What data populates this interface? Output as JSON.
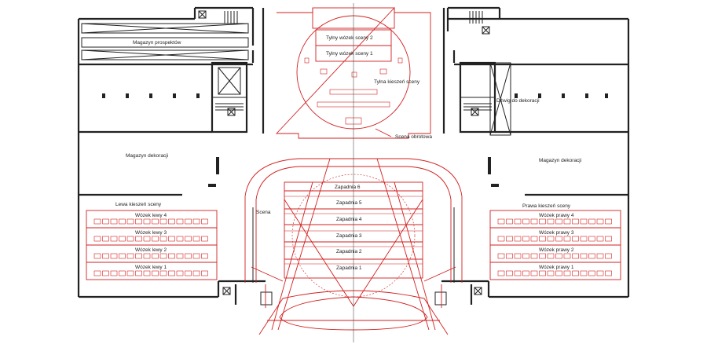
{
  "colors": {
    "walls": "#222222",
    "stage": "#d21f1f",
    "background": "#ffffff"
  },
  "labels": {
    "magazyn_prospektow": "Magazyn prospektów",
    "tylny_wozek_2": "Tylny wózek sceny 2",
    "tylny_wozek_1": "Tylny wózek sceny 1",
    "tylna_kieszen": "Tylna kieszeń sceny",
    "dzwig": "Dźwig do dekoracji",
    "scena_obrotowa": "Scena obrotowa",
    "magazyn_dekoracji_left": "Magazyn dekoracji",
    "magazyn_dekoracji_right": "Magazyn dekoracji",
    "lewa_kieszen": "Lewa kieszeń sceny",
    "prawa_kieszen": "Prawa kieszeń sceny",
    "scena": "Scena",
    "zapadnie": [
      "Zapadnia 6",
      "Zapadnia 5",
      "Zapadnia 4",
      "Zapadnia 3",
      "Zapadnia 2",
      "Zapadnia 1"
    ],
    "wozki_lewe": [
      "Wózek lewy 4",
      "Wózek lewy 3",
      "Wózek lewy 2",
      "Wózek lewy 1"
    ],
    "wozki_prawe": [
      "Wózek prawy 4",
      "Wózek prawy 3",
      "Wózek prawy 2",
      "Wózek prawy 1"
    ]
  }
}
